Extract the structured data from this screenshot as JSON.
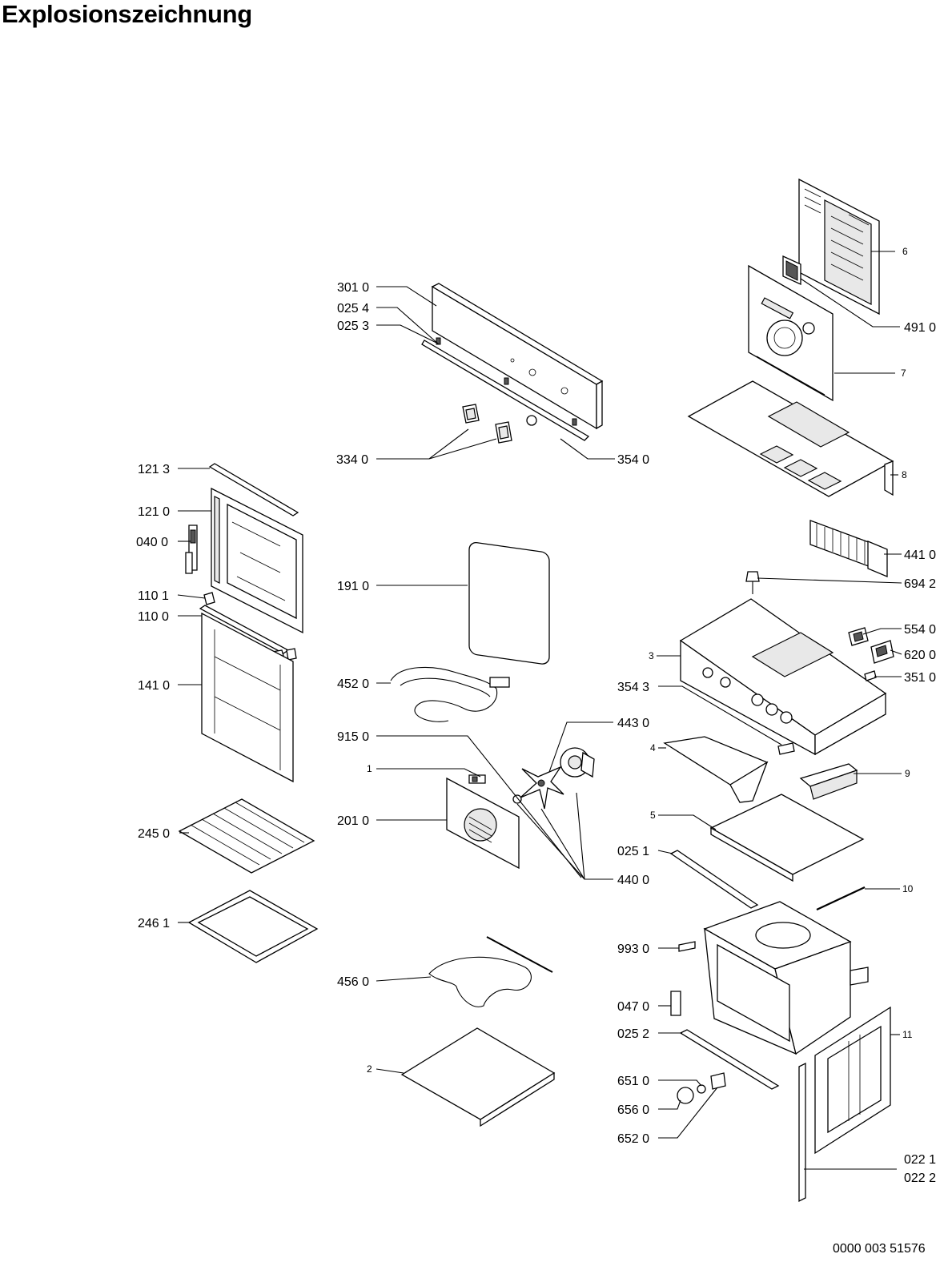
{
  "title": "Explosionszeichnung",
  "document_number": "0000 003 51576",
  "callouts": [
    "301 0",
    "025 4",
    "025 3",
    "334 0",
    "354 0",
    "6",
    "491 0",
    "7",
    "8",
    "121 3",
    "121 0",
    "040 0",
    "110 1",
    "110 0",
    "141 0",
    "191 0",
    "452 0",
    "915 0",
    "1",
    "201 0",
    "443 0",
    "440 0",
    "441 0",
    "694 2",
    "554 0",
    "620 0",
    "351 0",
    "3",
    "354 3",
    "4",
    "9",
    "5",
    "025 1",
    "10",
    "245 0",
    "246 1",
    "456 0",
    "2",
    "993 0",
    "047 0",
    "025 2",
    "11",
    "651 0",
    "656 0",
    "652 0",
    "022 1",
    "022 2"
  ]
}
